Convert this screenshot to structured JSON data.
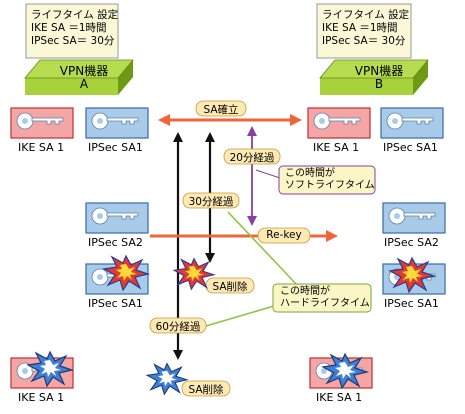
{
  "settings": {
    "left": {
      "line1": "ライフタイム 設定",
      "line2": "IKE SA  ＝1時間",
      "line3": "IPSec SA＝ 30分"
    },
    "right": {
      "line1": "ライフタイム 設定",
      "line2": "IKE SA  ＝1時間",
      "line3": "IPSec SA＝ 30分"
    }
  },
  "devices": {
    "left": {
      "line1": "VPN機器",
      "line2": "A"
    },
    "right": {
      "line1": "VPN機器",
      "line2": "B"
    }
  },
  "keys": {
    "ike_left_top": "IKE SA 1",
    "ipsec_left_top": "IPSec SA1",
    "ike_right_top": "IKE SA 1",
    "ipsec_right_top": "IPSec SA1",
    "ipsec2_left": "IPSec SA2",
    "ipsec2_right": "IPSec SA2",
    "ipsec1_left_mid": "IPSec SA1",
    "ipsec1_right_mid": "IPSec SA1",
    "ike_left_bottom": "IKE SA 1",
    "ike_right_bottom": "IKE SA 1"
  },
  "labels": {
    "sa_established": "SA確立",
    "twenty_min": "20分経過",
    "thirty_min": "30分経過",
    "sixty_min": "60分経過",
    "rekey": "Re-key",
    "sa_deleted_1": "SA削除",
    "sa_deleted_2": "SA削除"
  },
  "callouts": {
    "soft": {
      "line1": "この時間が",
      "line2": "ソフトライフタイム"
    },
    "hard": {
      "line1": "この時間が",
      "line2": "ハードライフタイム"
    }
  },
  "colors": {
    "ike_key_bg": "#f4a6a6",
    "ipsec_key_bg": "#a9cbea",
    "device_top": "#a8d23c",
    "device_side": "#6c9a12",
    "arrow_orange": "#f0663a",
    "purple": "#8a3fa6",
    "green_line": "#8dc63f",
    "pill_fill": "#fde9b4",
    "callout_fill": "#fbf6c6"
  }
}
